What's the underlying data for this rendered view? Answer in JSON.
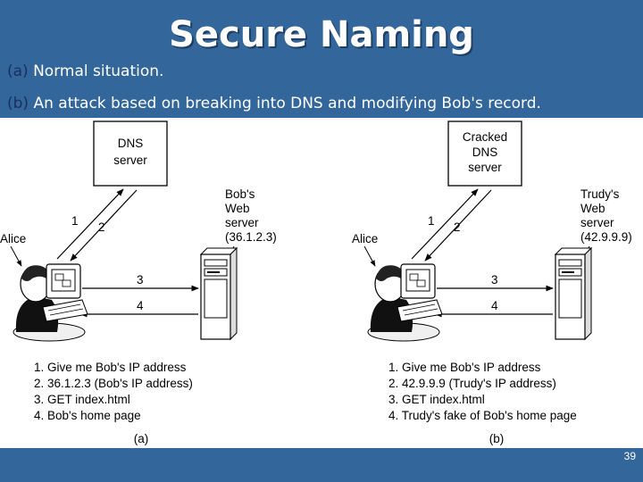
{
  "slide": {
    "title": "Secure Naming",
    "captions": [
      {
        "tag": "(a)",
        "text": "Normal situation."
      },
      {
        "tag": "(b)",
        "text": "An attack based on breaking into DNS and modifying Bob's record."
      }
    ],
    "page_number": "39"
  },
  "panel_a": {
    "dns_label": [
      "DNS",
      "server"
    ],
    "alice_label": "Alice",
    "web_label": [
      "Bob's",
      "Web",
      "server",
      "(36.1.2.3)"
    ],
    "arrow_labels": [
      "1",
      "2",
      "3",
      "4"
    ],
    "steps": [
      "1. Give me Bob's IP address",
      "2. 36.1.2.3 (Bob's IP address)",
      "3. GET index.html",
      "4. Bob's home page"
    ],
    "sub_label": "(a)"
  },
  "panel_b": {
    "dns_label": [
      "Cracked",
      "DNS",
      "server"
    ],
    "alice_label": "Alice",
    "web_label": [
      "Trudy's",
      "Web",
      "server",
      "(42.9.9.9)"
    ],
    "arrow_labels": [
      "1",
      "2",
      "3",
      "4"
    ],
    "steps": [
      "1. Give me Bob's IP address",
      "2. 42.9.9.9 (Trudy's IP address)",
      "3. GET index.html",
      "4. Trudy's fake of Bob's home page"
    ],
    "sub_label": "(b)"
  },
  "colors": {
    "band": "#33669a",
    "caption_tag": "#1a2f60"
  }
}
